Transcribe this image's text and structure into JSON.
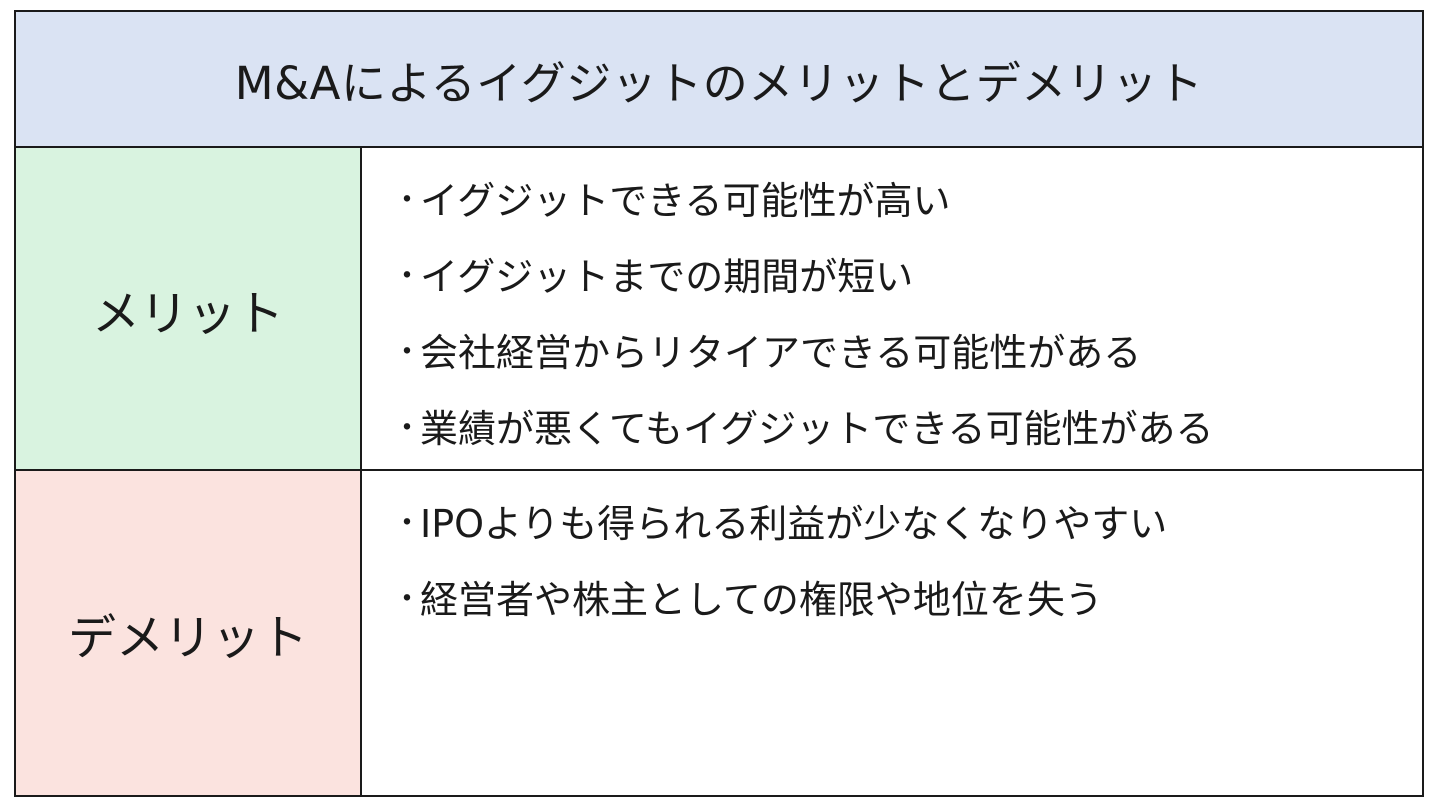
{
  "table": {
    "title": "M&Aによるイグジットのメリットとデメリット",
    "merit": {
      "label": "メリット",
      "bullet": "・",
      "items": [
        "イグジットできる可能性が高い",
        "イグジットまでの期間が短い",
        "会社経営からリタイアできる可能性がある",
        "業績が悪くてもイグジットできる可能性がある"
      ]
    },
    "demerit": {
      "label": "デメリット",
      "bullet": "・",
      "items": [
        "IPOよりも得られる利益が少なくなりやすい",
        "経営者や株主としての権限や地位を失う"
      ]
    },
    "colors": {
      "title_bg": "#dae3f3",
      "merit_bg": "#d9f3e0",
      "demerit_bg": "#fbe3df",
      "border": "#1a1a1a"
    }
  }
}
